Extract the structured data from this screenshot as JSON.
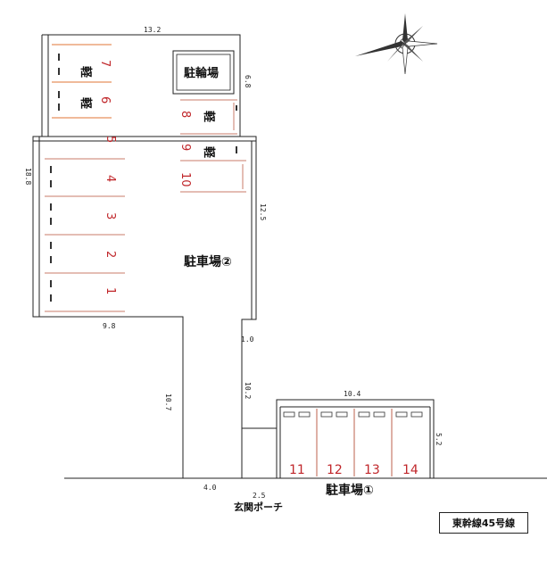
{
  "dimensions": {
    "top_width": "13.2",
    "left_height": "18.8",
    "lower_left_width": "9.8",
    "right_upper_height": "12.5",
    "neck_width": "1.0",
    "neck_height": "10.2",
    "lower_left_height": "10.7",
    "bottom_width": "4.0",
    "porch_width": "2.5",
    "lot1_width": "10.4",
    "lot1_depth": "5.2",
    "bike_area_depth": "6.8"
  },
  "labels": {
    "bike_parking": "駐輪場",
    "lot2": "駐車場②",
    "lot1": "駐車場①",
    "porch": "玄関ポーチ",
    "road": "東幹線45号線",
    "kei": "軽"
  },
  "spaces": {
    "upper_left": [
      "7",
      "6"
    ],
    "left_column": [
      "5",
      "4",
      "3",
      "2",
      "1"
    ],
    "right_small": [
      "8",
      "9",
      "10"
    ],
    "lot1": [
      "11",
      "12",
      "13",
      "14"
    ]
  },
  "colors": {
    "red": "#c0262a",
    "line": "#222222"
  }
}
